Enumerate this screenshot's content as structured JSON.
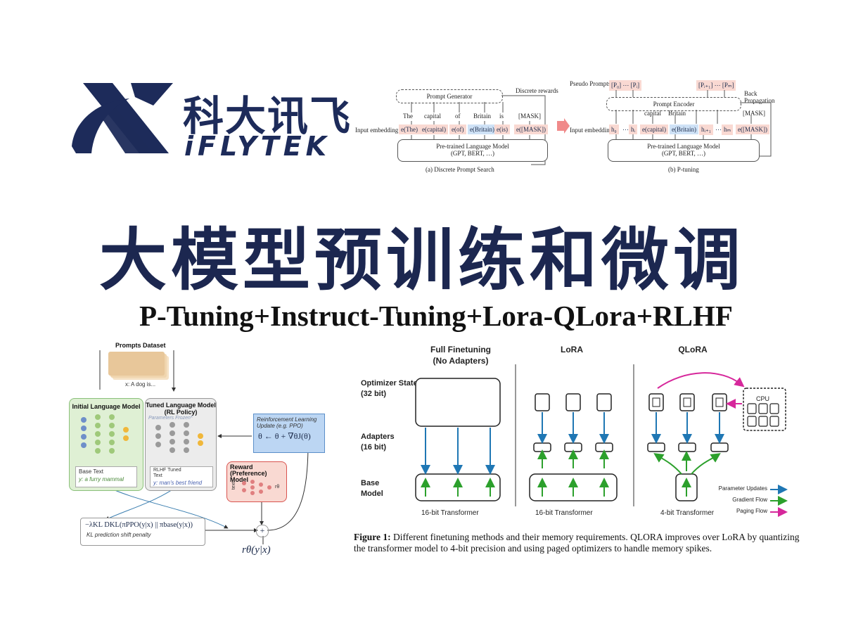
{
  "logo": {
    "cn": "科大讯飞",
    "en": "iFLYTEK",
    "color": "#1d2b5a"
  },
  "title": "大模型预训练和微调",
  "subtitle": "P-Tuning+Instruct-Tuning+Lora-QLora+RLHF",
  "prompt_figs": {
    "left": {
      "generator": "Prompt Generator",
      "rewards": "Discrete rewards",
      "words": [
        "The",
        "capital",
        "of",
        "Britain",
        "is",
        "[MASK]"
      ],
      "input_label": "Input embedding",
      "tokens": [
        "e(The)",
        "e(capital)",
        "e(of)",
        "e(Britain)",
        "e(is)",
        "e([MASK])"
      ],
      "model": "Pre-trained Language Model",
      "model_sub": "(GPT, BERT, …)",
      "caption": "(a) Discrete Prompt Search"
    },
    "right": {
      "pseudo": "Pseudo Prompts",
      "p_left": "[P₀] ⋯ [Pᵢ]",
      "p_right": "[Pᵢ₊₁] ⋯ [Pₘ]",
      "back": "Back Propagation",
      "encoder": "Prompt Encoder",
      "words": [
        "capital",
        "Britain",
        "[MASK]"
      ],
      "input_label": "Input embedding",
      "tokens": [
        "h₀",
        "⋯",
        "hᵢ",
        "e(capital)",
        "e(Britain)",
        "hᵢ₊₁",
        "⋯",
        "hₘ",
        "e([MASK])"
      ],
      "model": "Pre-trained Language Model",
      "model_sub": "(GPT, BERT, …)",
      "caption": "(b) P-tuning"
    }
  },
  "rlhf": {
    "dataset": "Prompts Dataset",
    "x": "x: A dog is...",
    "initial": "Initial Language Model",
    "tuned": "Tuned Language Model (RL Policy)",
    "frozen": "Parameters Frozen*",
    "base_text": "Base Text",
    "y1": "y: a furry mammal",
    "rlhf_text": "RLHF Tuned Text",
    "y2": "y: man's best friend",
    "rl_update": "Reinforcement Learning Update (e.g. PPO)",
    "update_eq": "θ ← θ + ∇θJ(θ)",
    "reward": "Reward (Preference) Model",
    "r_theta_label": "rθ",
    "text_label": "text",
    "kl_eq": "−λKL DKL(πPPO(y|x) || πbase(y|x))",
    "kl_label": "KL prediction shift penalty",
    "plus": "+",
    "r_eq": "rθ(y|x)"
  },
  "qlora": {
    "heads": [
      "Full Finetuning",
      "(No Adapters)",
      "LoRA",
      "QLoRA"
    ],
    "row_labels": [
      "Optimizer State",
      "(32 bit)",
      "Adapters",
      "(16 bit)",
      "Base Model"
    ],
    "transformers": [
      "16-bit Transformer",
      "16-bit Transformer",
      "4-bit Transformer"
    ],
    "cpu": "CPU",
    "legend": [
      {
        "label": "Parameter Updates",
        "color": "#1f77b4"
      },
      {
        "label": "Gradient Flow",
        "color": "#2ca02c"
      },
      {
        "label": "Paging Flow",
        "color": "#d6279b"
      }
    ],
    "caption_bold": "Figure 1:",
    "caption": " Different finetuning methods and their memory requirements. QLORA improves over LoRA by quantizing the transformer model to 4-bit precision and using paged optimizers to handle memory spikes."
  },
  "colors": {
    "title": "#1c2750",
    "pink": "#f9d9d2",
    "blue": "#cfe2f6",
    "green": "#dff0d4"
  }
}
